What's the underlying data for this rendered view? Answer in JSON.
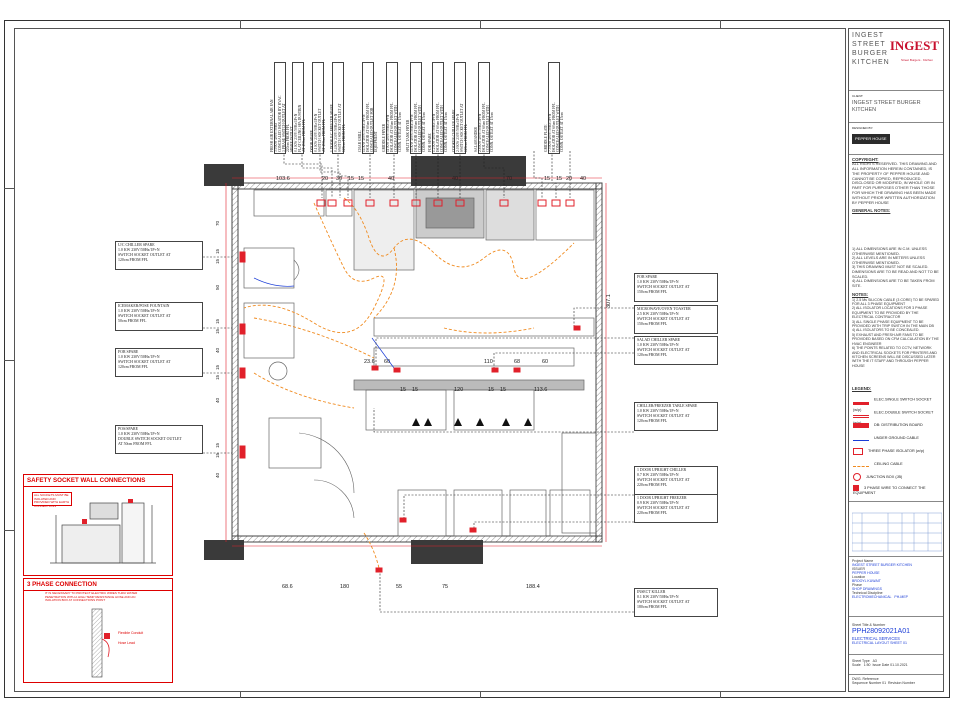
{
  "title_block": {
    "brand_lines": [
      "INGEST",
      "STREET",
      "BURGER",
      "KITCHEN"
    ],
    "logo": "INGEST",
    "logo_tagline": "Street Burgers · Kitchen",
    "client_label": "CLIENT:",
    "client": "INGEST STREET BURGER KITCHEN",
    "designer_label": "DESIGNED BY:",
    "designer_logo": "PEPPER HOUSE",
    "copyright_heading": "COPYRIGHT:",
    "copyright_text": "ALL RIGHTS RESERVED. THIS DRAWING AND ALL INFORMATION HEREIN CONTAINED, IS THE PROPERTY OF PEPPER HOUSE AND CANNOT BE COPIED, REPRODUCED, DISCLOSED OR MODIFIED, IN WHOLE OR IN PART FOR PURPOSES OTHER THAN THOSE FOR WHICH THE DRAWING HAS BEEN MADE WITHOUT PRIOR WRITTEN AUTHORIZATION BY PEPPER HOUSE",
    "general_notes_heading": "GENERAL NOTES:",
    "general_notes": [
      "1)  ALL DIMENSIONS ARE IN C.M. UNLESS OTHERWISE MENTIONED.",
      "2)  ALL LEVELS ARE IN METERS UNLESS OTHERWISE MENTIONED.",
      "3)  THIS DRAWING MUST NOT BE SCALED. DIMENSIONS ARE TO BE READ AND NOT TO BE SCALED.",
      "4)  ALL DIMENSIONS ARE TO BE TAKEN FROM SITE."
    ],
    "notes_heading": "NOTES:",
    "notes": [
      "1)  2.5 Ms SILICON CABLE (3 CORE) TO BE SPARED FOR ALL 3 PHASE EQUIPMENT",
      "2)  ALL ISOLATOR LOCATIONS FOR 3 PHASE EQUIPMENT TO BE PROVIDED BY THE ELECTRICAL CONTRACTOR",
      "3)  ALL SINGLE PHASE EQUIPMENT TO BE PROVIDED WITH TRIP SWITCH IN THE MAIN DB",
      "4)  ALL ISOLATORS TO BE CONCEALED.",
      "5)  EXHAUST AND FRESH AIR FANS TO BE PROVIDED BASED ON CFM CALCULATION BY THE HVAC ENGINEER",
      "6)  THE POINTS RELATED TO CCTV, NETWORK AND ELECTRICAL SOCKETS FOR PRINTERS AND KITCHEN SCREENS WILL BE DISCUSSED LATER WITH THE IT STAFF AND THROUGH PEPPER HOUSE"
    ],
    "legend_heading": "LEGEND:",
    "legend": [
      {
        "label": "ELEC.SINGLE SWITCH SOCKET (w/p)",
        "icon": "single-socket-icon"
      },
      {
        "label": "ELEC.DOUBLE SWITCH SOCKET (w/p)",
        "icon": "double-socket-icon"
      },
      {
        "label": "DB: DISTRIBUTION BOARD",
        "icon": "distribution-board-icon"
      },
      {
        "label": "UNDER GROUND CABLE",
        "icon": "underground-cable-icon"
      },
      {
        "label": "THREE PHASE ISOLATOR (w/p)",
        "icon": "isolator-icon"
      },
      {
        "label": "CEILING CABLE",
        "icon": "ceiling-cable-icon"
      },
      {
        "label": "JUNCTION BOX (JB)",
        "icon": "junction-box-icon"
      },
      {
        "label": "3 PHASE WIRE TO CONNECT THE EQUIPMENT",
        "icon": "three-phase-wire-icon"
      }
    ],
    "project_name_label": "Project Name",
    "project_name": "INGEST STREET BURGER KITCHEN",
    "issuer_label": "ISSUER",
    "issuer": "PEPPER HOUSE",
    "location_label": "Location",
    "location": "BROOYL KUWAIT",
    "phase_label": "Phase",
    "phase": "SHOP DRAWINGS",
    "discipline_label": "Technical Discipline",
    "discipline": "ELECTROMECHANICAL",
    "discipline_code": "PH-MEP",
    "sheet_title_label": "Sheet Title & Number",
    "sheet_number": "PPH28092021A01",
    "sheet_title_1": "ELECTRICAL SERVICES",
    "sheet_title_2": "ELECTRICAL LAYOUT SHEET 01",
    "sheet_type_label": "Sheet Type",
    "sheet_type": "A3",
    "scale_label": "Scale",
    "scale": "1:50",
    "issue_date_label": "Issue Date",
    "issue_date": "01.10.2021",
    "dwg_ref_label": "DWG. Reference",
    "sequence_label": "Sequence Number",
    "sequence": "01",
    "revision_label": "Revision Number"
  },
  "top_equipment_labels": [
    "FRESH AIR EXTERNAL AIR FAN\n3.0 KW 400V/50Hz\nCONCEALED ISOLATOR BY HVAC\n3 PHASE SWITCH OUTLET AT\n220cm FROM FFL",
    "SPARE OUTLET\n0.1 KW 230V/50Hz/1P+N\nFLAT CEILING SPA DUSTBIN\nAT 150cm FROM FFL",
    "DOOR SPARE\n0.1 KW 230V/50Hz/1P+N\nSWITCH SOCKET OUTLET\nAT 150cm FROM FFL",
    "1 DOOR U/C FREEZER SPARE\n0.4 KW 230V/50Hz/1P+N\nSWITCH SOCKET OUTLET AT\n120cm FROM FFL",
    "CHAR GRILL\n14 KW 400V/50Hz/3P+N\nISOLATOR AT 60cm FROM FFL\nCONCEALED OUTLET FOR\nEQUIPMENT",
    "GRIDDLE FRYER\n11 KW 400V/50Hz/3P+N\nISOLATOR AT 60cm FROM FFL\nCONCEALED OUTLET WITH\nCONN. OUTLET AT 15cm",
    "SPLIT TANK FRYER\n14 KW 400V/50Hz/3P+N\nISOLATOR AT 60cm FROM FFL\nCONCEALED OUTLET WITH\nCONN. OUTLET AT 15cm",
    "FOR SPARE\n1.2 KW 400V/50Hz/3P+N\nISOLATOR AT 60cm FROM FFL\nCONCEALED OUTLET WITH\nCONN. OUTLET AT 15cm",
    "COOKER CHILLER SPARE\n2.0 KW 230V/50Hz/1P+N\nSWITCH SOCKET OUTLET AT\n120cm FROM FFL",
    "SALAMANDER\n2.8 KW 400V/50Hz/3P+N\nISOLATOR AT 60cm FROM FFL\nCONCEALED OUTLET WITH\nCONN. OUTLET AT 15cm",
    "GRIDDLE PLATE\n7.5 KW 400V/50Hz/3P+N\nISOLATOR AT 60cm FROM FFL\nCONCEALED OUTLET WITH\nCONN. OUTLET AT 15cm"
  ],
  "left_labels": [
    "U/C CHILLER SPARE\n1.0 KW 230V/50Hz/1P+N\nSWITCH SOCKET OUTLET AT\n120cm FROM FFL",
    "ICEMAKER/POSE FOUNTAIN\n1.0 KW 230V/50Hz/1P+N\nSWITCH SOCKET OUTLET AT\n50cm FROM FFL",
    "FOR SPARE\n1.0 KW 230V/50Hz/1P+N\nSWITCH SOCKET OUTLET AT\n120cm FROM FFL",
    "POS/SPARE\n1.0 KW 230V/50Hz/1P+N\nDOUBLE SWITCH SOCKET OUTLET\nAT 50cm FROM FFL"
  ],
  "right_labels": [
    "FOR SPARE\n1.0 KW 230V/50Hz/1P+N\nSWITCH SOCKET OUTLET AT\n150cm FROM FFL",
    "MICROWAVE/OVEN TOASTER\n2.5 KW 230V/50Hz/1P+N\nSWITCH SOCKET OUTLET AT\n150cm FROM FFL",
    "SALAD CHILLER SPARE\n1.0 KW 230V/50Hz/1P+N\nSWITCH SOCKET OUTLET AT\n120cm FROM FFL",
    "CHILLER/FREEZER TABLE SPARE\n1.0 KW 230V/50Hz/1P+N\nSWITCH SOCKET OUTLET AT\n120cm FROM FFL",
    "1 DOOR UPRIGHT CHILLER\n0.7 KW 230V/50Hz/1P+N\nSWITCH SOCKET OUTLET AT\n220cm FROM FFL",
    "1 DOOR UPRIGHT FREEZER\n0.9 KW 230V/50Hz/1P+N\nSWITCH SOCKET OUTLET AT\n220cm FROM FFL",
    "INSECT KILLER\n0.1 KW 230V/50Hz/1P+N\nSWITCH SOCKET OUTLET AT\n180cm FROM FFL"
  ],
  "top_dims": [
    "103.6",
    "20",
    "30",
    "15",
    "15",
    "40",
    "40",
    "70",
    "15",
    "15",
    "20",
    "40"
  ],
  "inner_dims": [
    "23.6",
    "60",
    "110",
    "68",
    "60",
    "15",
    "15",
    "120",
    "15",
    "15",
    "113.6"
  ],
  "bottom_dims": [
    "68.6",
    "180",
    "55",
    "75",
    "188.4"
  ],
  "left_dims": [
    "70",
    "15",
    "15",
    "50",
    "15",
    "15",
    "40",
    "15",
    "15",
    "40",
    "15",
    "15",
    "40"
  ],
  "right_dim": "307.1",
  "safety_title": "SAFETY SOCKET WALL CONNECTIONS",
  "safety_note": "ALL SOCKETS MUST BE ISOLATED AND PROVIDED WITH EARTH CONNECTIONS",
  "phase_title": "3 PHASE CONNECTION",
  "phase_note": "IT IS NECESSARY TO PROTECT ELECTRIC WIRES THRU WATER PENETRATION WITH A HIGH TEMP RESISTANCE HOSE AND AN ISOLATION BOX AT CONNECTIONS POINT",
  "phase_callouts": [
    "Flexible Conduit",
    "Hose Lead"
  ],
  "colors": {
    "red": "#e1202a",
    "orange": "#f08a1e",
    "blue": "#1a3cd6",
    "dark": "#3a3a3a"
  }
}
